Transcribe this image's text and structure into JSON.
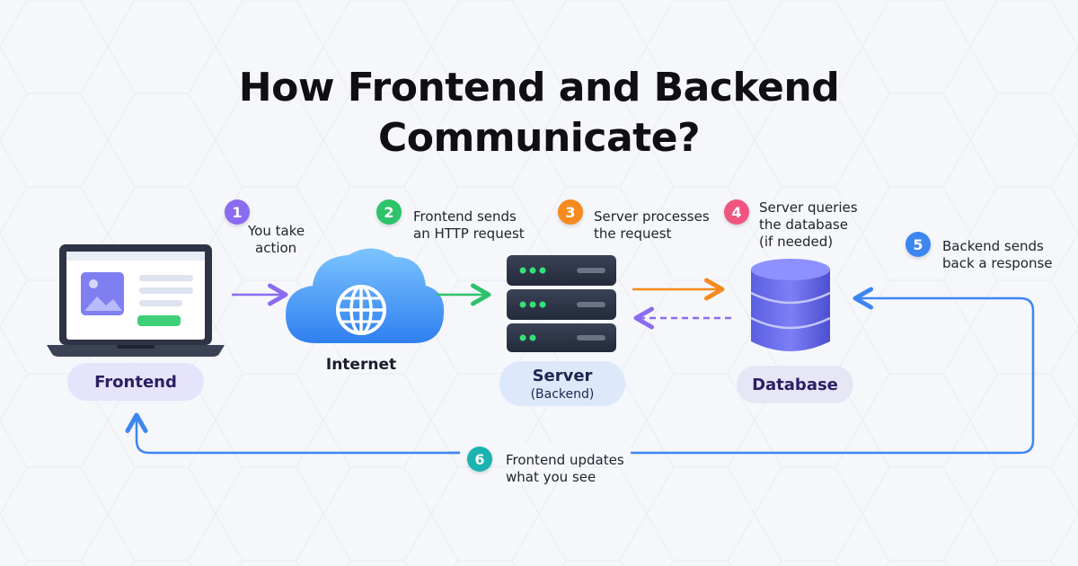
{
  "title": {
    "line1": "How Frontend and Backend",
    "line2": "Communicate?"
  },
  "nodes": {
    "frontend": {
      "label": "Frontend",
      "icon": "laptop-icon"
    },
    "internet": {
      "label": "Internet",
      "icon": "cloud-globe-icon"
    },
    "server": {
      "label": "Server",
      "sublabel": "(Backend)",
      "icon": "server-rack-icon"
    },
    "database": {
      "label": "Database",
      "icon": "database-icon"
    }
  },
  "steps": [
    {
      "number": "1",
      "line1": "You take",
      "line2": "action",
      "color": "#8b6cf0"
    },
    {
      "number": "2",
      "line1": "Frontend sends",
      "line2": "an HTTP request",
      "color": "#2ec26a"
    },
    {
      "number": "3",
      "line1": "Server processes",
      "line2": "the request",
      "color": "#f58a1f"
    },
    {
      "number": "4",
      "line1": "Server queries",
      "line2": "the database",
      "line3": "(if needed)",
      "color": "#f0557f"
    },
    {
      "number": "5",
      "line1": "Backend sends",
      "line2": "back a response",
      "color": "#3d86f0"
    },
    {
      "number": "6",
      "line1": "Frontend updates",
      "line2": "what you see",
      "color": "#1bb3b0"
    }
  ],
  "colors": {
    "purple_arrow": "#8b6cf0",
    "green_arrow": "#2ec26a",
    "orange_arrow": "#f58a1f",
    "blue_line": "#3d86f0"
  }
}
